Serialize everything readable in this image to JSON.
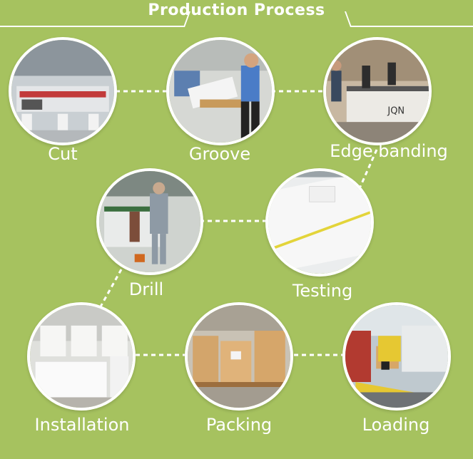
{
  "title": "Production Process",
  "steps": {
    "cut": "Cut",
    "groove": "Groove",
    "edge_banding": "Edge banding",
    "drill": "Drill",
    "testing": "Testing",
    "installation": "Installation",
    "packing": "Packing",
    "loading": "Loading"
  },
  "colors": {
    "background": "#a6c25f",
    "text": "#ffffff"
  }
}
